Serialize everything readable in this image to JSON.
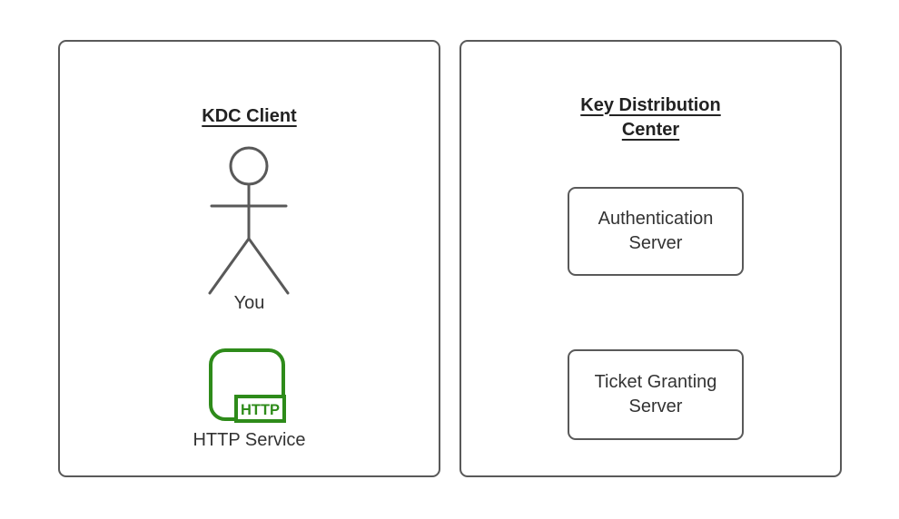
{
  "colors": {
    "stroke": "#595959",
    "title_text": "#222222",
    "label_text": "#333333",
    "accent_green": "#2e8b1a",
    "background": "#ffffff"
  },
  "left_panel": {
    "title": "KDC Client",
    "actor": {
      "icon": "stick-figure-person-icon",
      "label": "You"
    },
    "service": {
      "icon": "http-service-icon",
      "badge": "HTTP",
      "label": "HTTP Service"
    }
  },
  "right_panel": {
    "title": "Key Distribution Center",
    "boxes": [
      {
        "label": "Authentication Server"
      },
      {
        "label": "Ticket Granting Server"
      }
    ]
  }
}
